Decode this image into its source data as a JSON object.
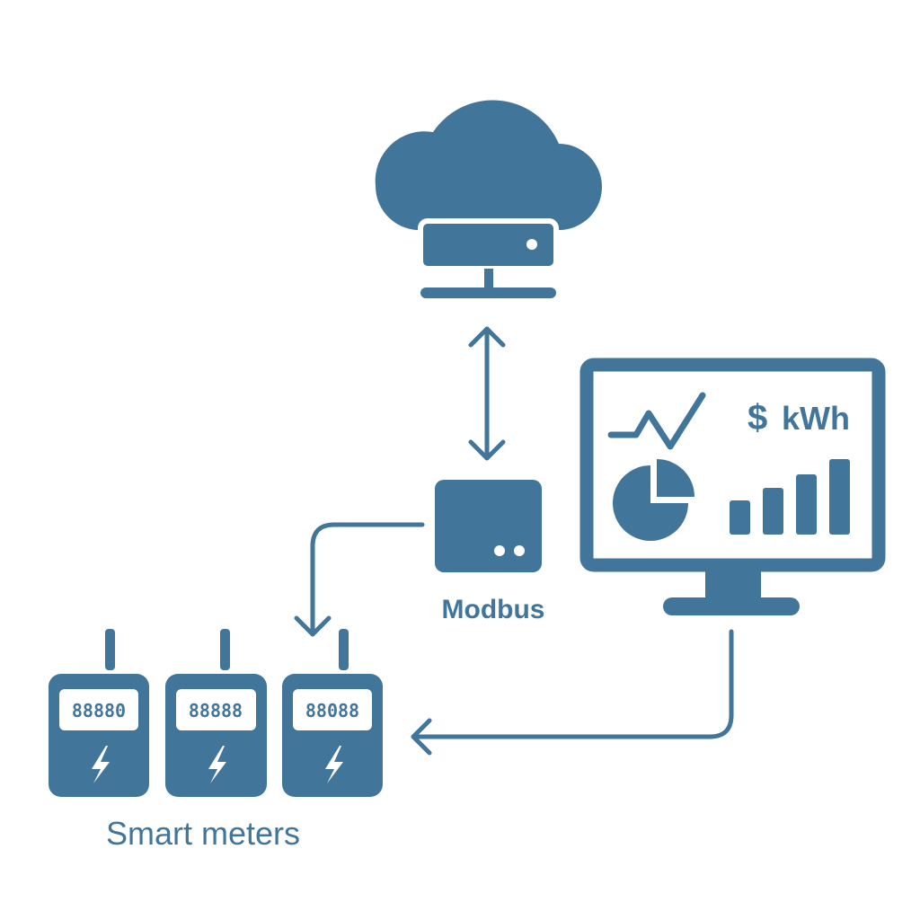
{
  "colors": {
    "primary": "#41769a",
    "background": "#ffffff"
  },
  "nodes": {
    "cloud": {
      "icon": "cloud-server-icon"
    },
    "gateway": {
      "icon": "modbus-gateway-icon",
      "label": "Modbus"
    },
    "dashboard": {
      "icon": "monitor-icon",
      "currency_label": "$",
      "unit_label": "kWh",
      "bar_levels": [
        0.45,
        0.62,
        0.8,
        1.0
      ]
    },
    "meters": {
      "label": "Smart meters",
      "items": [
        {
          "display": "88880",
          "icon": "lightning-icon"
        },
        {
          "display": "88888",
          "icon": "lightning-icon"
        },
        {
          "display": "88088",
          "icon": "lightning-icon"
        }
      ]
    }
  },
  "connections": [
    {
      "from": "cloud",
      "to": "gateway",
      "style": "bidirectional"
    },
    {
      "from": "gateway",
      "to": "meters",
      "style": "directed"
    },
    {
      "from": "dashboard",
      "to": "meters",
      "style": "directed"
    }
  ]
}
